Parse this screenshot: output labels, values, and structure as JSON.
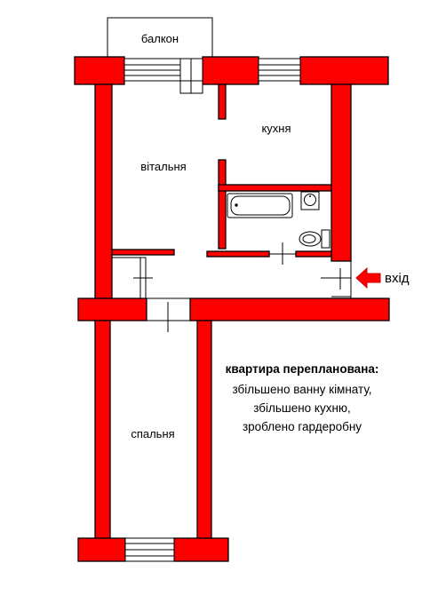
{
  "rooms": {
    "balcony": "балкон",
    "kitchen": "кухня",
    "living_room": "вітальня",
    "bedroom": "спальня"
  },
  "entrance_label": "вхід",
  "note": {
    "title": "квартира перепланована:",
    "lines": [
      "збільшено ванну кімнату,",
      "збільшено кухню,",
      "зроблено гардеробну"
    ]
  },
  "colors": {
    "wall": "#ff0000",
    "outline": "#000000",
    "background": "#ffffff"
  },
  "icons": [
    "bathtub-icon",
    "sink-icon",
    "toilet-icon",
    "entrance-arrow-icon"
  ]
}
